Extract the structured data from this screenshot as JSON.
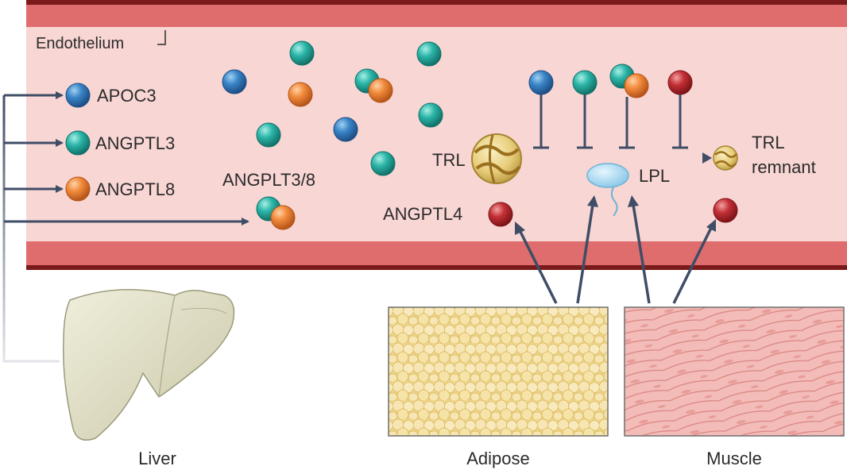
{
  "labels": {
    "endothelium": "Endothelium",
    "apoc3": "APOC3",
    "angptl3": "ANGPTL3",
    "angptl8": "ANGPTL8",
    "angplt38": "ANGPLT3/8",
    "angptl4": "ANGPTL4",
    "trl": "TRL",
    "lpl": "LPL",
    "trl_remnant_1": "TRL",
    "trl_remnant_2": "remnant",
    "liver": "Liver",
    "adipose": "Adipose",
    "muscle": "Muscle"
  },
  "colors": {
    "vessel_wall": "#df6d6d",
    "vessel_wall_dark": "#7a1a1a",
    "lumen": "#f8d6d4",
    "apoc3": "#3a84c6",
    "angptl3": "#2bb5a8",
    "angptl8": "#f18a3a",
    "angptl4": "#c22f35",
    "arrow": "#3f4d66",
    "lpl": "#a9d8ef",
    "trl": "#e7cc7a",
    "liver": "#e2e0c7",
    "adipose": "#f3dea0",
    "muscle": "#f1b4b2"
  },
  "icons": [
    "apoc3-molecule-icon",
    "angptl3-molecule-icon",
    "angptl8-molecule-icon",
    "angptl4-molecule-icon",
    "trl-particle-icon",
    "lpl-enzyme-icon",
    "liver-icon",
    "adipose-tissue-icon",
    "muscle-tissue-icon"
  ]
}
